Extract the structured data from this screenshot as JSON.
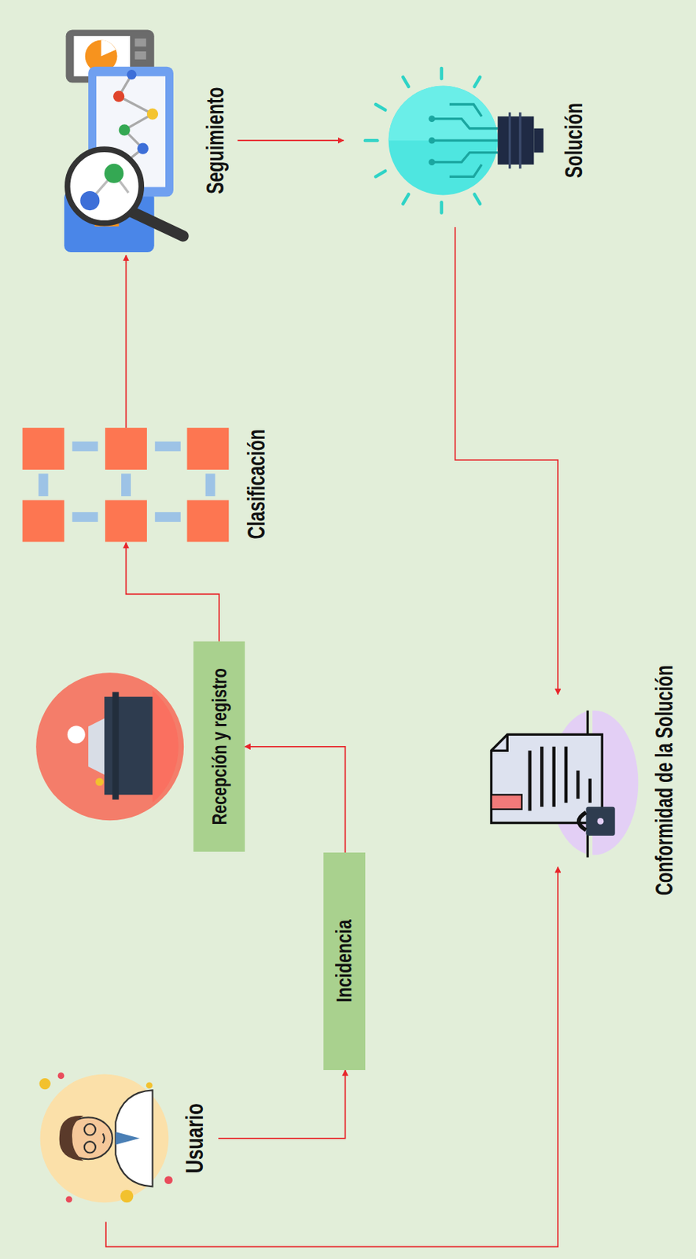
{
  "diagram": {
    "nodes": [
      {
        "text": [
          "Usuario"
        ]
      },
      {
        "text": [
          "Incidencia"
        ]
      },
      {
        "text": [
          "Recepción y registro"
        ]
      },
      {
        "text": [
          "Clasificación"
        ]
      },
      {
        "text": [
          "Seguimiento"
        ]
      },
      {
        "text": [
          "Solución"
        ]
      },
      {
        "text": [
          "Conformidad de la Solución"
        ]
      }
    ],
    "edges": [
      {
        "from": 0,
        "to": 1,
        "arrow": "to"
      },
      {
        "from": 1,
        "to": 2,
        "arrow": "to"
      },
      {
        "from": 2,
        "to": 3,
        "arrow": "to"
      },
      {
        "from": 3,
        "to": 4,
        "arrow": "to"
      },
      {
        "from": 4,
        "to": 5,
        "arrow": "to"
      },
      {
        "from": 5,
        "to": 6,
        "arrow": "to"
      },
      {
        "from": 0,
        "to": 6,
        "arrow": "to"
      }
    ]
  }
}
